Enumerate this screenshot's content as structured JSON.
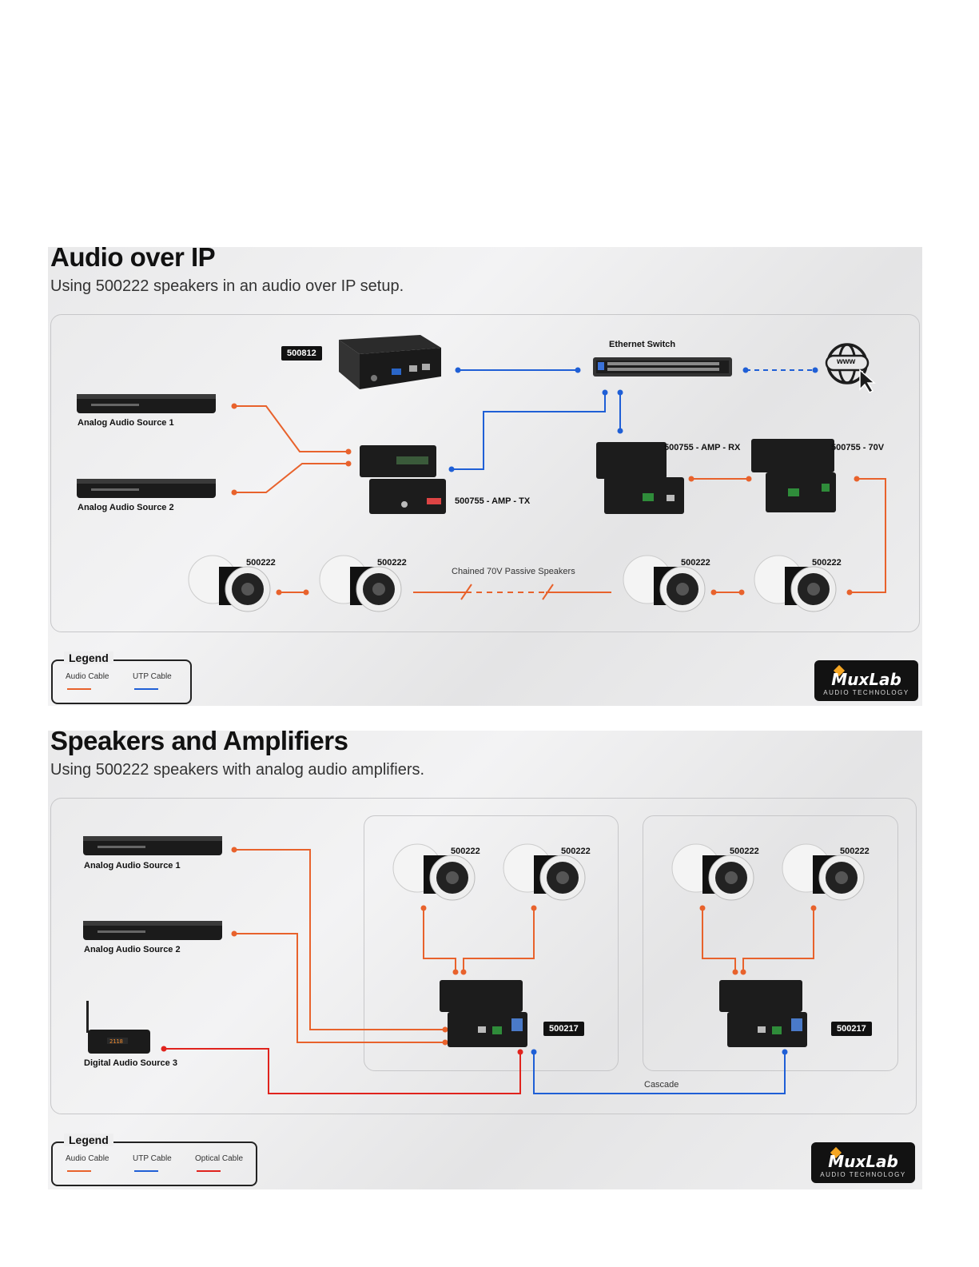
{
  "panel1": {
    "title": "Audio over IP",
    "subtitle": "Using 500222 speakers in an audio over IP setup.",
    "labels": {
      "ap": "500812",
      "switch": "Ethernet Switch",
      "src1": "Analog Audio Source 1",
      "src2": "Analog Audio Source 2",
      "amp_tx": "500755 - AMP - TX",
      "amp_rx": "500755 - AMP -  RX",
      "amp_70v": "500755 - 70V",
      "spk1": "500222",
      "spk2": "500222",
      "spk3": "500222",
      "spk4": "500222",
      "chain": "Chained 70V Passive Speakers",
      "www": "www"
    },
    "legend": {
      "title": "Legend",
      "audio": "Audio Cable",
      "utp": "UTP Cable"
    }
  },
  "panel2": {
    "title": "Speakers and Amplifiers",
    "subtitle": "Using 500222 speakers with analog audio amplifiers.",
    "labels": {
      "src1": "Analog Audio Source 1",
      "src2": "Analog Audio Source 2",
      "src3": "Digital Audio Source 3",
      "spk1": "500222",
      "spk2": "500222",
      "spk3": "500222",
      "spk4": "500222",
      "amp1": "500217",
      "amp2": "500217",
      "cascade": "Cascade"
    },
    "legend": {
      "title": "Legend",
      "audio": "Audio Cable",
      "utp": "UTP Cable",
      "optical": "Optical Cable"
    }
  },
  "logo": {
    "brand": "MuxLab",
    "sub": "AUDIO TECHNOLOGY"
  },
  "colors": {
    "audio": "#e8622c",
    "utp": "#1f5fd6",
    "optical": "#e0231d",
    "device": "#1b1b1b"
  }
}
